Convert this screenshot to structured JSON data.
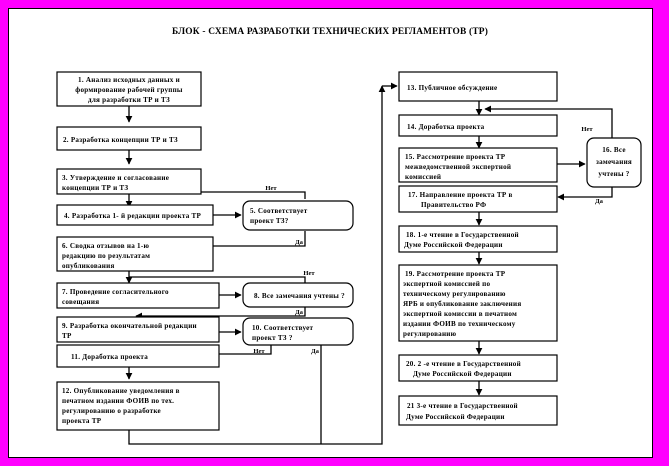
{
  "page": {
    "background_color": "#ff00ff",
    "canvas_color": "#ffffff",
    "border_color": "#000000"
  },
  "title": "БЛОК - СХЕМА РАЗРАБОТКИ ТЕХНИЧЕСКИХ РЕГЛАМЕНТОВ (ТР)",
  "edge_labels": {
    "no": "Нет",
    "yes": "Да"
  },
  "nodes": [
    {
      "id": "n1",
      "shape": "rect",
      "lines": [
        "1. Анализ исходных данных и",
        "формирование   рабочей группы",
        "для разработки  ТР и ТЗ"
      ]
    },
    {
      "id": "n2",
      "shape": "rect",
      "lines": [
        "2.  Разработка концепции ТР и ТЗ"
      ]
    },
    {
      "id": "n3",
      "shape": "rect",
      "lines": [
        "3. Утверждение и согласование",
        "концепции ТР и ТЗ"
      ]
    },
    {
      "id": "n4",
      "shape": "rect",
      "lines": [
        "4.  Разработка 1- й редакции проекта ТР"
      ]
    },
    {
      "id": "n5",
      "shape": "rounded",
      "lines": [
        "5. Соответствует",
        "проект ТЗ?"
      ]
    },
    {
      "id": "n6",
      "shape": "rect",
      "lines": [
        "6.  Сводка отзывов на   1-ю",
        "редакцию  по результатам",
        "опубликования"
      ]
    },
    {
      "id": "n7",
      "shape": "rect",
      "lines": [
        "7. Проведение согласительного",
        "совещания"
      ]
    },
    {
      "id": "n8",
      "shape": "rounded",
      "lines": [
        "8. Все замечания учтены ?"
      ]
    },
    {
      "id": "n9",
      "shape": "rect",
      "lines": [
        "9. Разработка окончательной редакции",
        " ТР"
      ]
    },
    {
      "id": "n10",
      "shape": "rounded",
      "lines": [
        "10.  Соответствует",
        "проект ТЗ ?"
      ]
    },
    {
      "id": "n11",
      "shape": "rect",
      "lines": [
        "11. Доработка проекта"
      ]
    },
    {
      "id": "n12",
      "shape": "rect",
      "lines": [
        "12. Опубликование уведомления  в",
        "печатном  издании ФОИВ по тех.",
        "регулированию   о разработке",
        "проекта ТР"
      ]
    },
    {
      "id": "n13",
      "shape": "rect",
      "lines": [
        "13. Публичное обсуждение"
      ]
    },
    {
      "id": "n14",
      "shape": "rect",
      "lines": [
        "14.  Доработка проекта"
      ]
    },
    {
      "id": "n15",
      "shape": "rect",
      "lines": [
        "15. Рассмотрение проекта ТР",
        "     межведомственной экспертной",
        "     комиссией"
      ]
    },
    {
      "id": "n16",
      "shape": "rounded",
      "lines": [
        "16. Все",
        "замечания",
        "учтены ?"
      ]
    },
    {
      "id": "n17",
      "shape": "rect",
      "lines": [
        "17. Направление проекта ТР в",
        "Правительство РФ"
      ]
    },
    {
      "id": "n18",
      "shape": "rect",
      "lines": [
        "18.  1-е чтение в Государственной",
        "Думе  Российской Федерации"
      ]
    },
    {
      "id": "n19",
      "shape": "rect",
      "lines": [
        "19.  Рассмотрение проекта ТР",
        "экспертной комиссией по",
        "техническому регулированию",
        "ЯРБ и опубликование заключения",
        "экспертной комиссии в печатном",
        "издании ФОИВ по техническому",
        " регулированию"
      ]
    },
    {
      "id": "n20",
      "shape": "rect",
      "lines": [
        "20.  2 -е чтение в Государственной",
        "Думе Российской Федерации"
      ]
    },
    {
      "id": "n21",
      "shape": "rect",
      "lines": [
        "21  3-е чтение в Государственной",
        "Думе  Российской Федерации"
      ]
    }
  ]
}
